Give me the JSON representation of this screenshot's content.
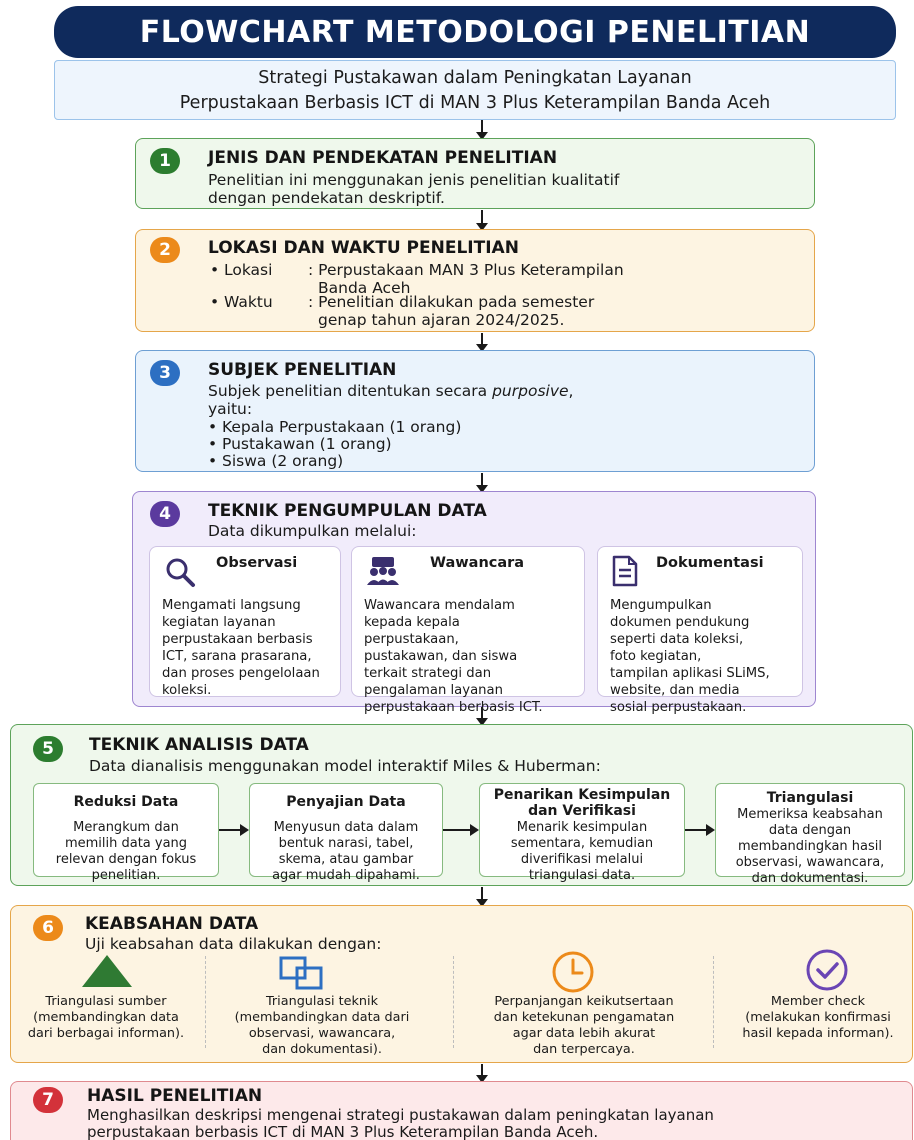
{
  "title": "FLOWCHART METODOLOGI PENELITIAN",
  "subtitle": {
    "line1": "Strategi Pustakawan dalam Peningkatan Layanan",
    "line2": "Perpustakaan Berbasis ICT di MAN 3 Plus Keterampilan Banda Aceh"
  },
  "step1": {
    "num": "1",
    "heading": "JENIS DAN PENDEKATAN PENELITIAN",
    "line1": "Penelitian ini menggunakan jenis penelitian kualitatif",
    "line2": "dengan pendekatan deskriptif."
  },
  "step2": {
    "num": "2",
    "heading": "LOKASI DAN WAKTU PENELITIAN",
    "lokasi_label": "Lokasi",
    "lokasi_line1": ": Perpustakaan MAN 3 Plus Keterampilan",
    "lokasi_line2": "Banda Aceh",
    "waktu_label": "Waktu",
    "waktu_line1": ": Penelitian dilakukan pada semester",
    "waktu_line2": "genap tahun ajaran 2024/2025."
  },
  "step3": {
    "num": "3",
    "heading": "SUBJEK PENELITIAN",
    "intro_a": "Subjek penelitian ditentukan secara ",
    "intro_em": "purposive",
    "intro_b": ",",
    "intro_line2": "yaitu:",
    "items": [
      "Kepala Perpustakaan (1 orang)",
      "Pustakawan (1 orang)",
      "Siswa (2 orang)"
    ]
  },
  "step4": {
    "num": "4",
    "heading": "TEKNIK PENGUMPULAN DATA",
    "intro": "Data dikumpulkan melalui:",
    "cards": [
      {
        "title": "Observasi",
        "icon": "magnifier-icon",
        "lines": [
          "Mengamati langsung",
          "kegiatan layanan",
          "perpustakaan berbasis",
          "ICT, sarana prasarana,",
          "dan proses pengelolaan",
          "koleksi."
        ]
      },
      {
        "title": "Wawancara",
        "icon": "people-icon",
        "lines": [
          "Wawancara mendalam",
          "kepada kepala",
          "perpustakaan,",
          "pustakawan, dan siswa",
          "terkait strategi dan",
          "pengalaman layanan",
          "perpustakaan berbasis ICT."
        ]
      },
      {
        "title": "Dokumentasi",
        "icon": "document-icon",
        "lines": [
          "Mengumpulkan",
          "dokumen pendukung",
          "seperti data koleksi,",
          "foto kegiatan,",
          "tampilan aplikasi SLiMS,",
          "website, dan media",
          "sosial perpustakaan."
        ]
      }
    ]
  },
  "step5": {
    "num": "5",
    "heading": "TEKNIK ANALISIS DATA",
    "intro": "Data dianalisis menggunakan model interaktif Miles & Huberman:",
    "cards": [
      {
        "title": "Reduksi Data",
        "lines": [
          "Merangkum dan",
          "memilih data yang",
          "relevan dengan fokus",
          "penelitian."
        ]
      },
      {
        "title": "Penyajian Data",
        "lines": [
          "Menyusun data dalam",
          "bentuk narasi, tabel,",
          "skema, atau gambar",
          "agar mudah dipahami."
        ]
      },
      {
        "title": "Penarikan Kesimpulan\ndan Verifikasi",
        "lines": [
          "Menarik kesimpulan",
          "sementara, kemudian",
          "diverifikasi melalui",
          "triangulasi data."
        ]
      },
      {
        "title": "Triangulasi",
        "lines": [
          "Memeriksa keabsahan",
          "data dengan",
          "membandingkan hasil",
          "observasi, wawancara,",
          "dan dokumentasi."
        ]
      }
    ]
  },
  "step6": {
    "num": "6",
    "heading": "KEABSAHAN DATA",
    "intro": "Uji keabsahan data dilakukan dengan:",
    "items": [
      {
        "icon": "triangle-icon",
        "lines": [
          "Triangulasi sumber",
          "(membandingkan data",
          "dari berbagai informan)."
        ]
      },
      {
        "icon": "overlapping-squares-icon",
        "lines": [
          "Triangulasi teknik",
          "(membandingkan data dari",
          "observasi, wawancara,",
          "dan dokumentasi)."
        ]
      },
      {
        "icon": "clock-icon",
        "lines": [
          "Perpanjangan keikutsertaan",
          "dan ketekunan pengamatan",
          "agar data lebih akurat",
          "dan terpercaya."
        ]
      },
      {
        "icon": "check-circle-icon",
        "lines": [
          "Member check",
          "(melakukan konfirmasi",
          "hasil kepada informan)."
        ]
      }
    ]
  },
  "step7": {
    "num": "7",
    "heading": "HASIL PENELITIAN",
    "line1": "Menghasilkan deskripsi mengenai strategi pustakawan dalam peningkatan layanan",
    "line2": "perpustakaan berbasis ICT di MAN 3 Plus Keterampilan Banda Aceh."
  },
  "colors": {
    "banner": "#0f2a5c",
    "green": "#2c7d2f",
    "orange": "#ec8a1a",
    "blue": "#2d6fc2",
    "purple": "#5b3a9e",
    "red": "#d3323a"
  }
}
